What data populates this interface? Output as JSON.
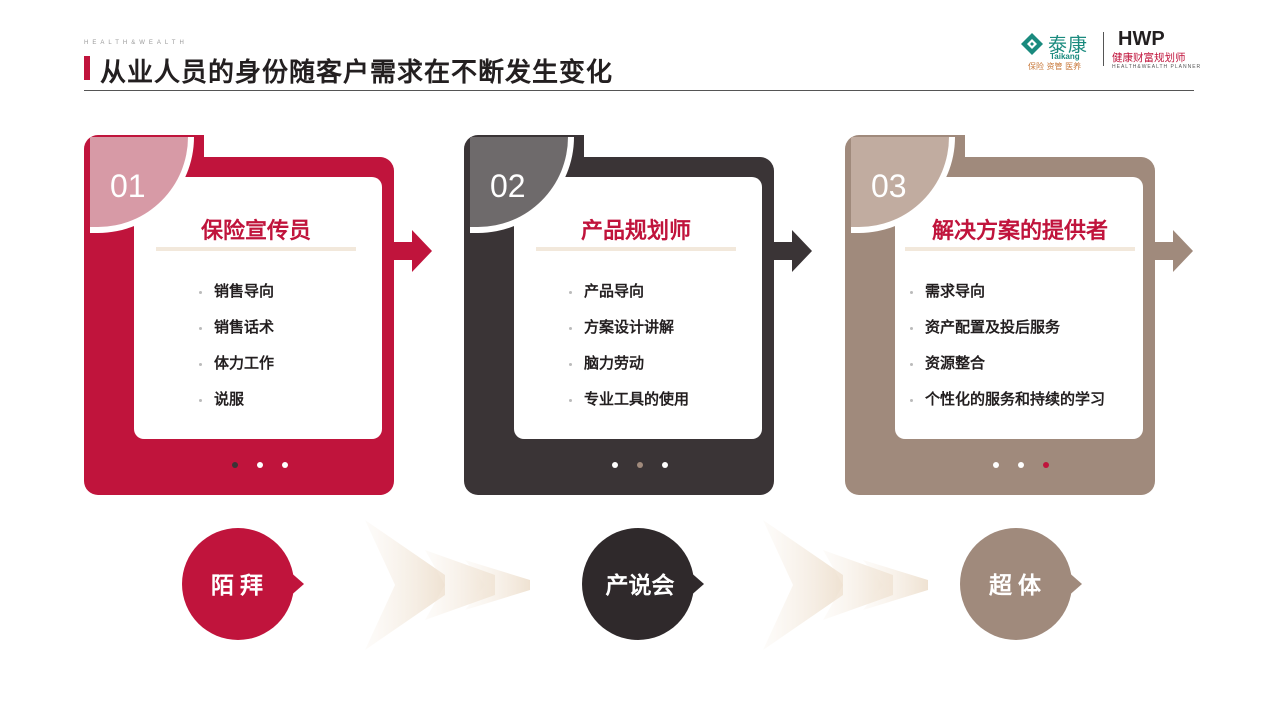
{
  "header": {
    "subtitle_en": "HEALTH&WEALTH",
    "title": "从业人员的身份随客户需求在不断发生变化"
  },
  "logos": {
    "taikang_cn": "泰康",
    "taikang_en": "Taikang",
    "taikang_sub": "保险 资管 医养",
    "hwp_mark": "HWP",
    "hwp_cn": "健康财富规划师",
    "hwp_en": "HEALTH&WEALTH PLANNER"
  },
  "colors": {
    "crimson": "#c0143c",
    "dark": "#3a3436",
    "taupe": "#a08a7c"
  },
  "cards": [
    {
      "number": "01",
      "heading": "保险宣传员",
      "items": [
        "销售导向",
        "销售话术",
        "体力工作",
        "说服"
      ],
      "active_dot": 1
    },
    {
      "number": "02",
      "heading": "产品规划师",
      "items": [
        "产品导向",
        "方案设计讲解",
        "脑力劳动",
        "专业工具的使用"
      ],
      "active_dot": 2
    },
    {
      "number": "03",
      "heading": "解决方案的提供者",
      "items": [
        "需求导向",
        "资产配置及投后服务",
        "资源整合",
        "个性化的服务和持续的学习"
      ],
      "active_dot": 3
    }
  ],
  "stages": [
    {
      "label": "陌拜"
    },
    {
      "label": "产说会"
    },
    {
      "label": "超体"
    }
  ]
}
